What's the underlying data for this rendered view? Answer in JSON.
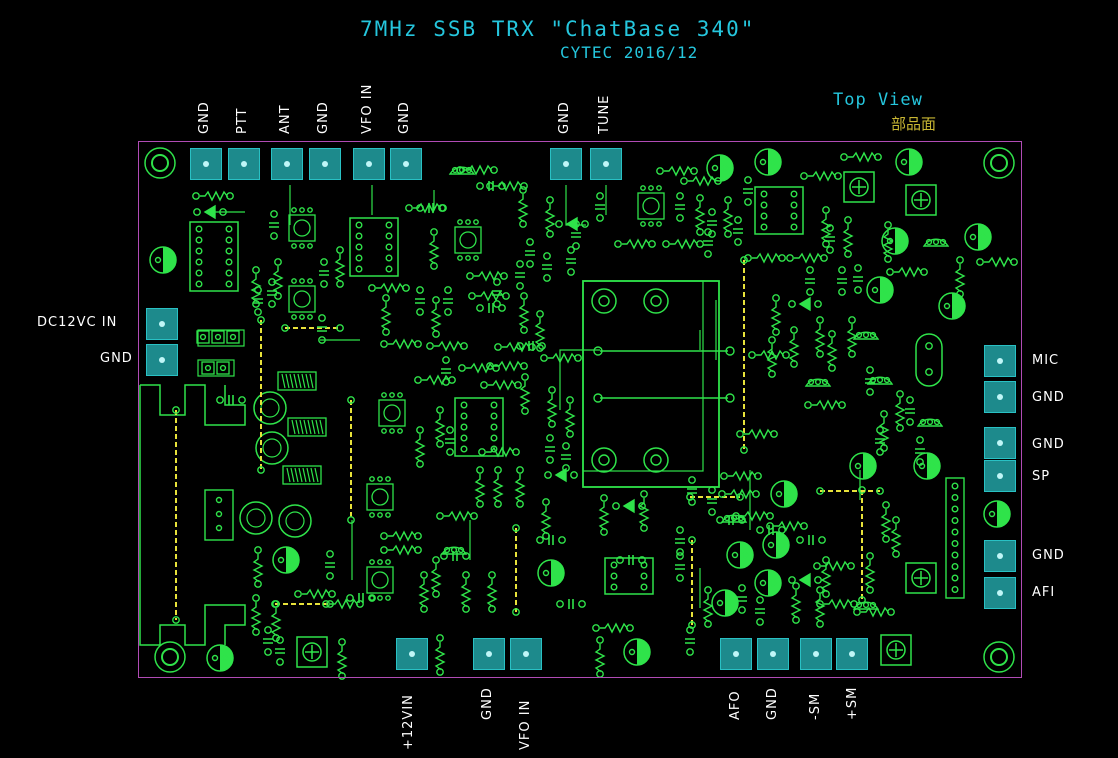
{
  "header": {
    "title": "7MHz SSB TRX \"ChatBase 340\"",
    "subtitle": "CYTEC    2016/12",
    "view": "Top View",
    "side": "部品面"
  },
  "connectors": {
    "top": [
      "GND",
      "PTT",
      "ANT",
      "GND",
      "VFO IN",
      "GND",
      "GND",
      "TUNE"
    ],
    "left": [
      "DC12VC IN",
      "GND"
    ],
    "right": [
      "MIC",
      "GND",
      "GND",
      "SP",
      "GND",
      "AFI"
    ],
    "bottom": [
      "+12VIN",
      "GND",
      "VFO IN",
      "AFO",
      "GND",
      "-SM",
      "+SM"
    ]
  },
  "colors": {
    "background": "#000000",
    "trace": "#2fe34a",
    "pad": "#1d8a8c",
    "outline": "#b14bb5",
    "title": "#25c6dd",
    "label": "#ffffff",
    "jumper": "#e8e23a"
  }
}
